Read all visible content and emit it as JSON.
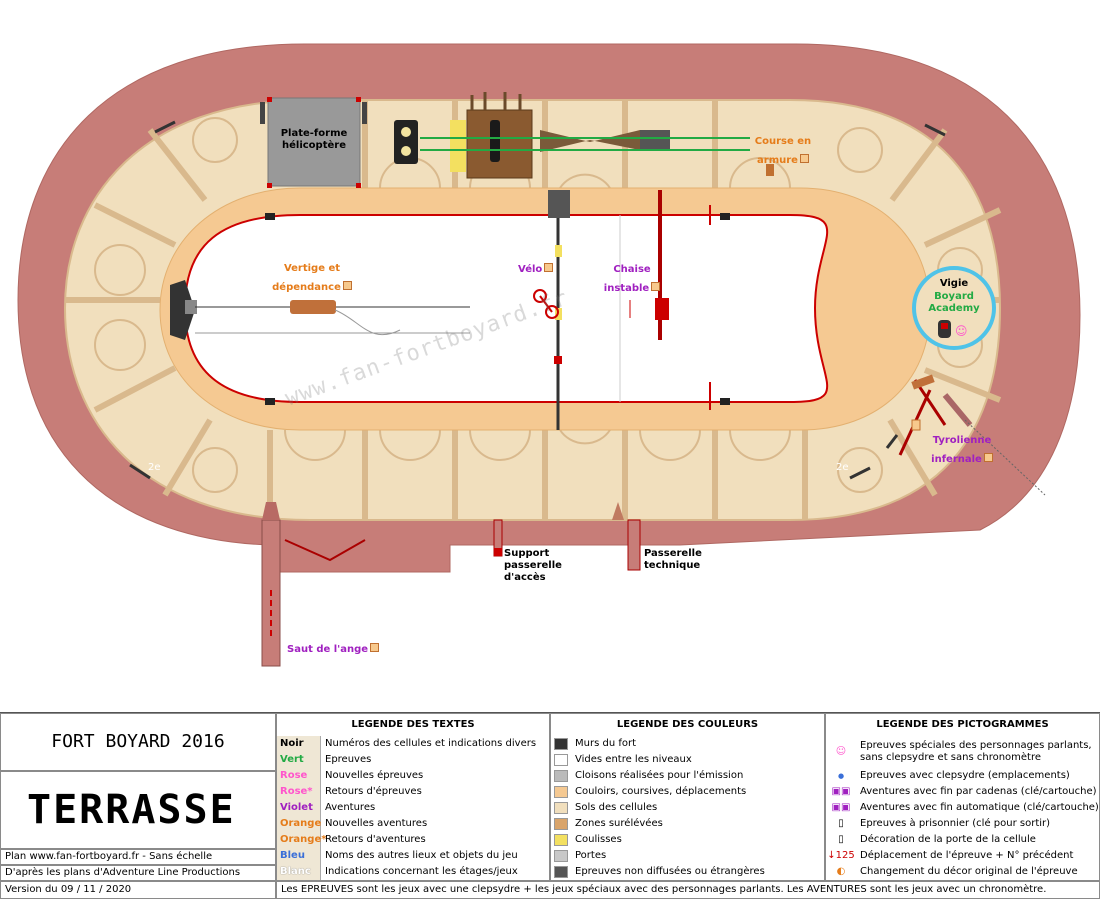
{
  "plan": {
    "labels": {
      "plate_forme": "Plate-forme\nhélicoptère",
      "course": "Course en\narmure",
      "vertige": "Vertige et\ndépendance",
      "velo": "Vélo",
      "chaise": "Chaise\ninstable",
      "vigie_title": "Vigie",
      "vigie_sub": "Boyard\nAcademy",
      "tyrolienne": "Tyrolienne\ninfernale",
      "support": "Support\npasserelle\nd'accès",
      "passerelle": "Passerelle\ntechnique",
      "saut": "Saut de l'ange",
      "left_2e": "2e",
      "right_2e": "2e"
    },
    "watermark": "www.fan-fortboyard.fr",
    "colors": {
      "wall": "#c77d78",
      "wall_inner": "#d69690",
      "corridor": "#f5c992",
      "cell": "#f1dfbd",
      "cell_line": "#d9b98d",
      "red": "#cc0000",
      "orange": "#e57c1a",
      "violet": "#a020c0",
      "green": "#22aa44",
      "vigie_border": "#4fc3e8"
    }
  },
  "legend": {
    "title": "FORT BOYARD 2016",
    "floor": "TERRASSE",
    "credit1": "Plan www.fan-fortboyard.fr - Sans échelle",
    "credit2": "D'après les plans d'Adventure Line Productions",
    "version": "Version du 09 / 11 / 2020",
    "footer": "Les EPREUVES sont les jeux avec une clepsydre + les jeux spéciaux avec des personnages parlants. Les AVENTURES sont les jeux avec un chronomètre.",
    "texts_header": "LEGENDE DES TEXTES",
    "colors_header": "LEGENDE DES COULEURS",
    "pictos_header": "LEGENDE DES PICTOGRAMMES",
    "texts": [
      {
        "key": "Noir",
        "color": "#000000",
        "desc": "Numéros des cellules et indications divers"
      },
      {
        "key": "Vert",
        "color": "#22aa44",
        "desc": "Epreuves"
      },
      {
        "key": "Rose",
        "color": "#ff55cc",
        "desc": "Nouvelles épreuves"
      },
      {
        "key": "Rose*",
        "color": "#ff55cc",
        "desc": "Retours d'épreuves"
      },
      {
        "key": "Violet",
        "color": "#a020c0",
        "desc": "Aventures"
      },
      {
        "key": "Orange",
        "color": "#e57c1a",
        "desc": "Nouvelles aventures"
      },
      {
        "key": "Orange*",
        "color": "#e57c1a",
        "desc": "Retours d'aventures"
      },
      {
        "key": "Bleu",
        "color": "#3a6fd8",
        "desc": "Noms des autres lieux et objets du jeu"
      },
      {
        "key": "Blanc",
        "color": "#ffffff",
        "desc": "Indications concernant les étages/jeux"
      }
    ],
    "colors": [
      {
        "swatch": "#333333",
        "desc": "Murs du fort"
      },
      {
        "swatch": "#ffffff",
        "desc": "Vides entre les niveaux"
      },
      {
        "swatch": "#bbbbbb",
        "desc": "Cloisons réalisées pour l'émission"
      },
      {
        "swatch": "#f5c992",
        "desc": "Couloirs, coursives, déplacements"
      },
      {
        "swatch": "#f1dfbd",
        "desc": "Sols des cellules"
      },
      {
        "swatch": "#d9a46a",
        "desc": "Zones surélévées"
      },
      {
        "swatch": "#f3e060",
        "desc": "Coulisses"
      },
      {
        "swatch": "#c8c8c8",
        "desc": "Portes"
      },
      {
        "swatch": "#555555",
        "desc": "Epreuves non diffusées ou étrangères"
      }
    ],
    "pictos": [
      {
        "icon": "character-icon",
        "glyph": "☺",
        "desc": "Epreuves spéciales des personnages parlants,\nsans clepsydre et sans chronomètre"
      },
      {
        "icon": "clepsydre-icon",
        "glyph": "●",
        "desc": "Epreuves avec clepsydre (emplacements)"
      },
      {
        "icon": "padlock-icon",
        "glyph": "▣▣",
        "desc": "Aventures avec fin par cadenas (clé/cartouche)"
      },
      {
        "icon": "auto-end-icon",
        "glyph": "▣▣",
        "desc": "Aventures avec fin automatique (clé/cartouche)"
      },
      {
        "icon": "prisoner-icon",
        "glyph": "▯",
        "desc": "Epreuves à prisonnier (clé pour sortir)"
      },
      {
        "icon": "door-decoration-icon",
        "glyph": "▯",
        "desc": "Décoration de la porte de la cellule"
      },
      {
        "icon": "move-icon",
        "glyph": "↓125",
        "desc": "Déplacement de l'épreuve + N° précédent"
      },
      {
        "icon": "decor-change-icon",
        "glyph": "◐",
        "desc": "Changement du décor original de l'épreuve"
      }
    ]
  }
}
